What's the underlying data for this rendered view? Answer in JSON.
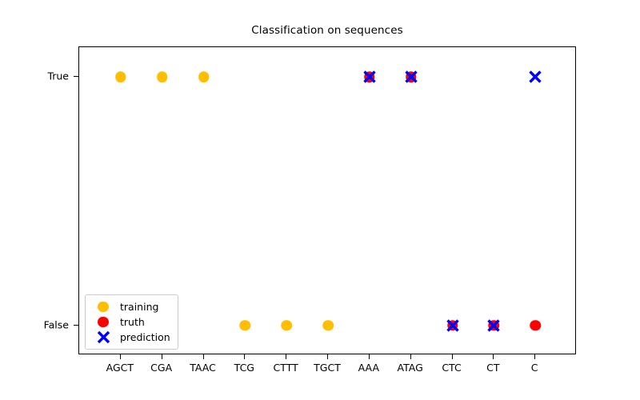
{
  "chart_data": {
    "type": "scatter",
    "title": "Classification on sequences",
    "xlabel": "",
    "ylabel": "",
    "grid": false,
    "legend_position": "lower left",
    "categories": [
      "AGCT",
      "CGA",
      "TAAC",
      "TCG",
      "CTTT",
      "TGCT",
      "AAA",
      "ATAG",
      "CTC",
      "CT",
      "C"
    ],
    "y_tick_labels": [
      "False",
      "True"
    ],
    "y_values": [
      0,
      1
    ],
    "ylim": [
      -0.12,
      1.12
    ],
    "series": [
      {
        "name": "training",
        "marker": "circle",
        "color": "#FFBF00",
        "points": [
          {
            "x": "AGCT",
            "y": 1
          },
          {
            "x": "CGA",
            "y": 1
          },
          {
            "x": "TAAC",
            "y": 1
          },
          {
            "x": "TCG",
            "y": 0
          },
          {
            "x": "CTTT",
            "y": 0
          },
          {
            "x": "TGCT",
            "y": 0
          }
        ]
      },
      {
        "name": "truth",
        "marker": "circle",
        "color": "#FF0000",
        "points": [
          {
            "x": "AAA",
            "y": 1
          },
          {
            "x": "ATAG",
            "y": 1
          },
          {
            "x": "CTC",
            "y": 0
          },
          {
            "x": "CT",
            "y": 0
          },
          {
            "x": "C",
            "y": 0
          }
        ]
      },
      {
        "name": "prediction",
        "marker": "x",
        "color": "#0000FF",
        "points": [
          {
            "x": "AAA",
            "y": 1
          },
          {
            "x": "ATAG",
            "y": 1
          },
          {
            "x": "C",
            "y": 1
          },
          {
            "x": "CTC",
            "y": 0
          },
          {
            "x": "CT",
            "y": 0
          }
        ]
      }
    ]
  },
  "legend": {
    "items": [
      {
        "label": "training",
        "marker": "circle",
        "color": "#FFBF00"
      },
      {
        "label": "truth",
        "marker": "circle",
        "color": "#FF0000"
      },
      {
        "label": "prediction",
        "marker": "x",
        "color": "#0000FF"
      }
    ]
  }
}
